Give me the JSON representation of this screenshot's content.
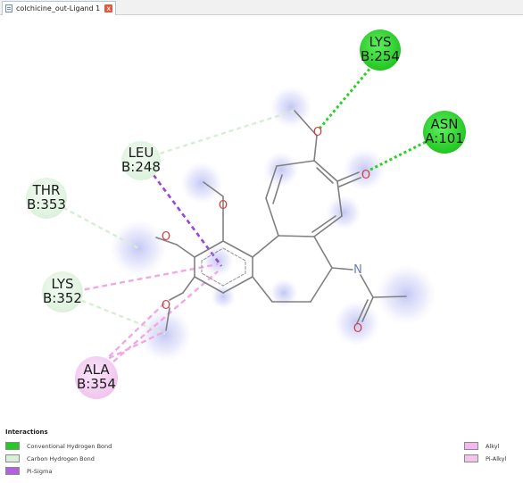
{
  "tab": {
    "title": "colchicine_out-Ligand 1",
    "close_glyph": "x"
  },
  "residues": [
    {
      "name": "LYS",
      "chain_pos": "B:254",
      "type": "conventional-hydrogen-bond"
    },
    {
      "name": "ASN",
      "chain_pos": "A:101",
      "type": "conventional-hydrogen-bond"
    },
    {
      "name": "LEU",
      "chain_pos": "B:248",
      "type": "carbon-hydrogen-bond"
    },
    {
      "name": "THR",
      "chain_pos": "B:353",
      "type": "carbon-hydrogen-bond"
    },
    {
      "name": "LYS",
      "chain_pos": "B:352",
      "type": "carbon-hydrogen-bond"
    },
    {
      "name": "ALA",
      "chain_pos": "B:354",
      "type": "pi-alkyl"
    }
  ],
  "atom_labels": {
    "oxygen": "O",
    "nitrogen": "N"
  },
  "legend": {
    "title": "Interactions",
    "items": [
      {
        "label": "Conventional Hydrogen Bond",
        "color": "#22cc22"
      },
      {
        "label": "Carbon Hydrogen Bond",
        "color": "#d8f0d8"
      },
      {
        "label": "Pi-Sigma",
        "color": "#b060e0"
      },
      {
        "label": "Alkyl",
        "color": "#f3b8f0"
      },
      {
        "label": "Pi-Alkyl",
        "color": "#f3c6e8"
      }
    ]
  },
  "colors": {
    "bond": "#808080",
    "oxygen": "#d04040",
    "nitrogen": "#6a7fb5",
    "conventional_hbond": "#22cc22",
    "carbon_hbond": "#cfeecd",
    "pi_sigma": "#9a45d8",
    "pi_alkyl": "#f0a8e6",
    "solvent_halo": "#c8caf4"
  }
}
